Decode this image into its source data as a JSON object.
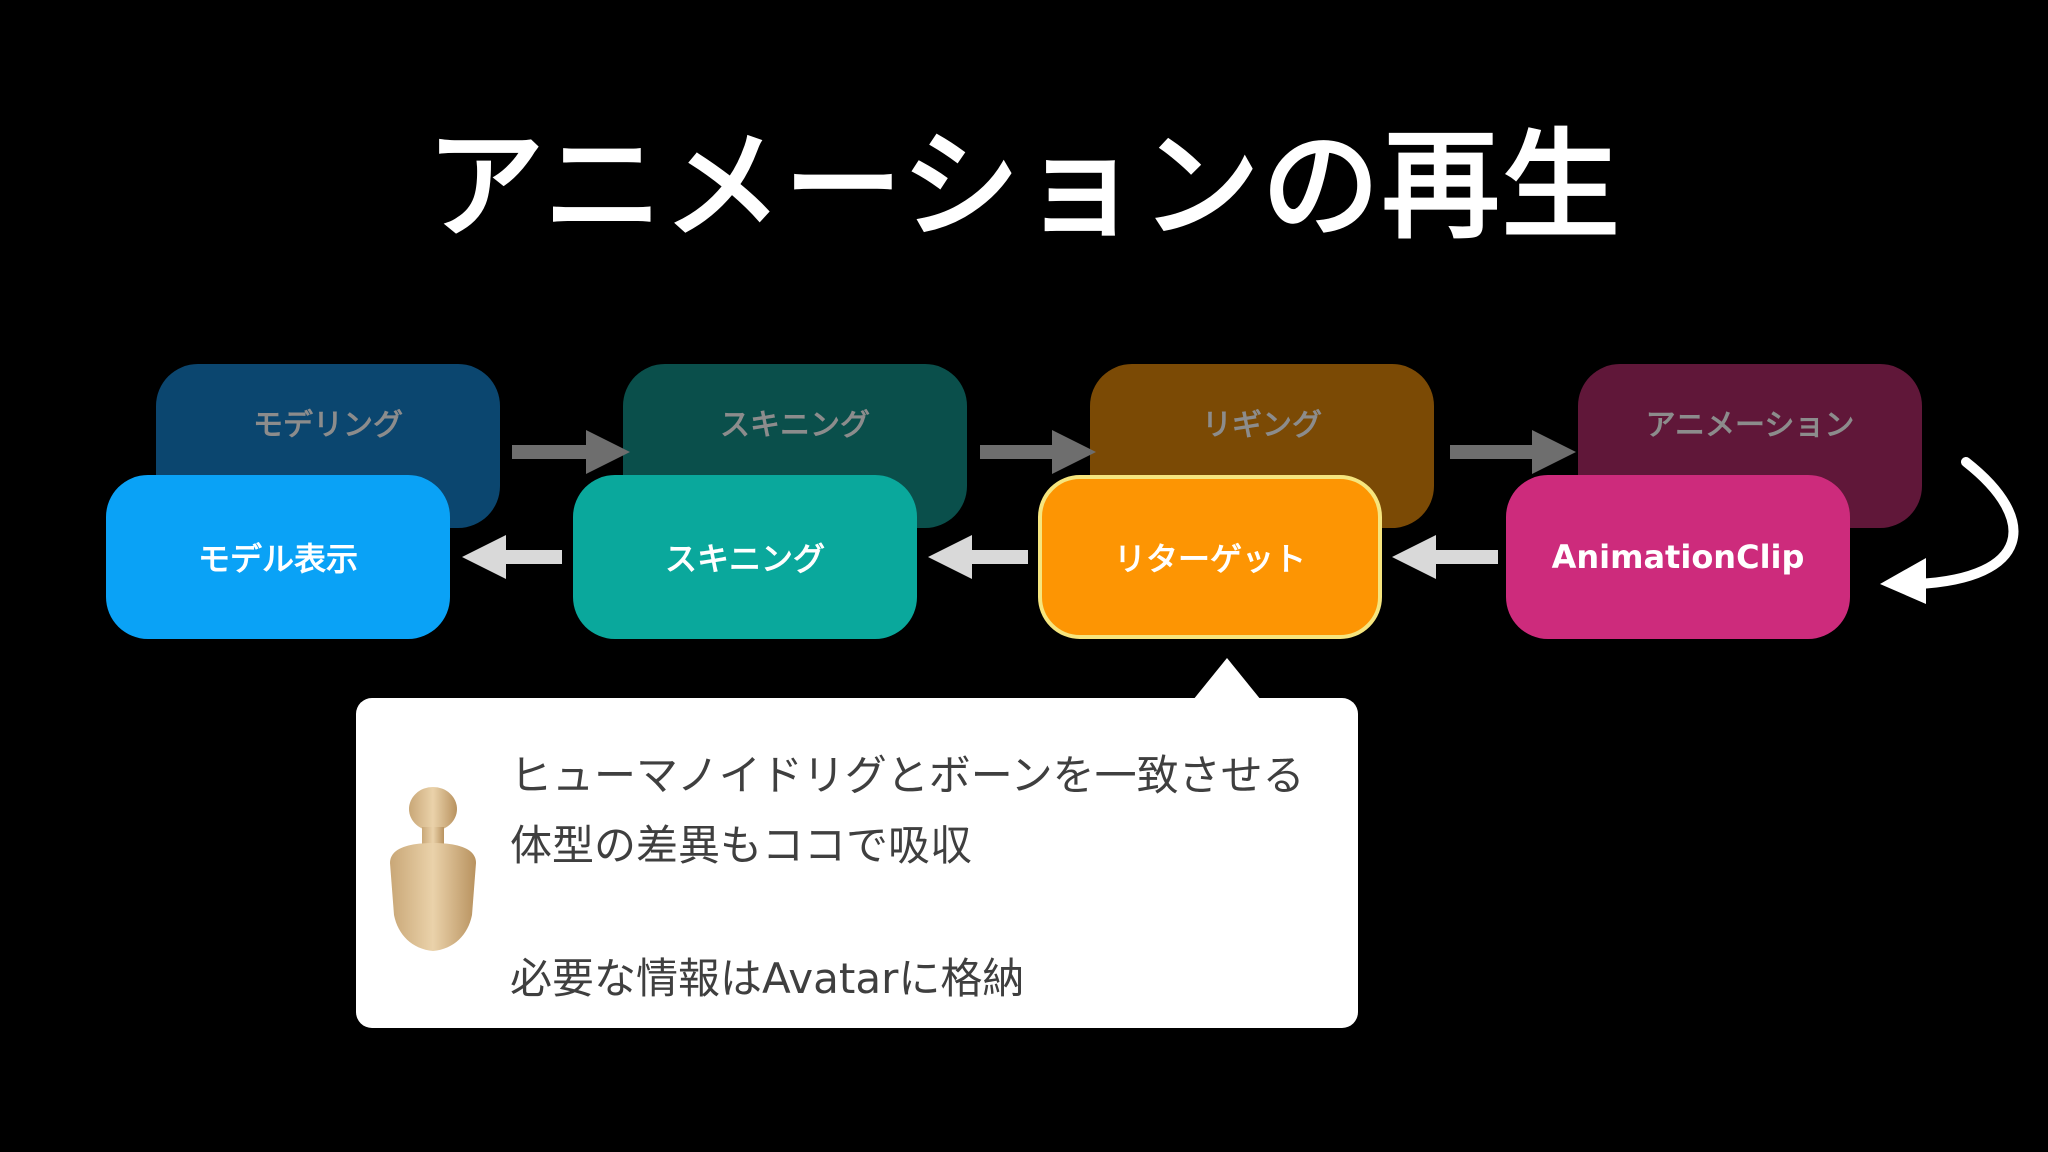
{
  "title": "アニメーションの再生",
  "top_row": [
    {
      "label": "モデリング",
      "color": "#0b466f"
    },
    {
      "label": "スキニング",
      "color": "#0a4f4b"
    },
    {
      "label": "リギング",
      "color": "#7b4a05"
    },
    {
      "label": "アニメーション",
      "color": "#601739"
    }
  ],
  "bottom_row": [
    {
      "label": "モデル表示",
      "color": "#0aa2f6"
    },
    {
      "label": "スキニング",
      "color": "#0aa89c"
    },
    {
      "label": "リターゲット",
      "color": "#fd9503",
      "highlight": "#f6e57e"
    },
    {
      "label": "AnimationClip",
      "color": "#cd2b7c"
    }
  ],
  "callout": {
    "icon": "mannequin-bust-icon",
    "lines": [
      "ヒューマノイドリグとボーンを一致させる",
      "体型の差異もココで吸収",
      "必要な情報はAvatarに格納"
    ]
  },
  "colors": {
    "background": "#000000",
    "arrow_forward": "#6e6e6e",
    "arrow_backward": "#d9d9d9",
    "callout_background": "#ffffff"
  }
}
